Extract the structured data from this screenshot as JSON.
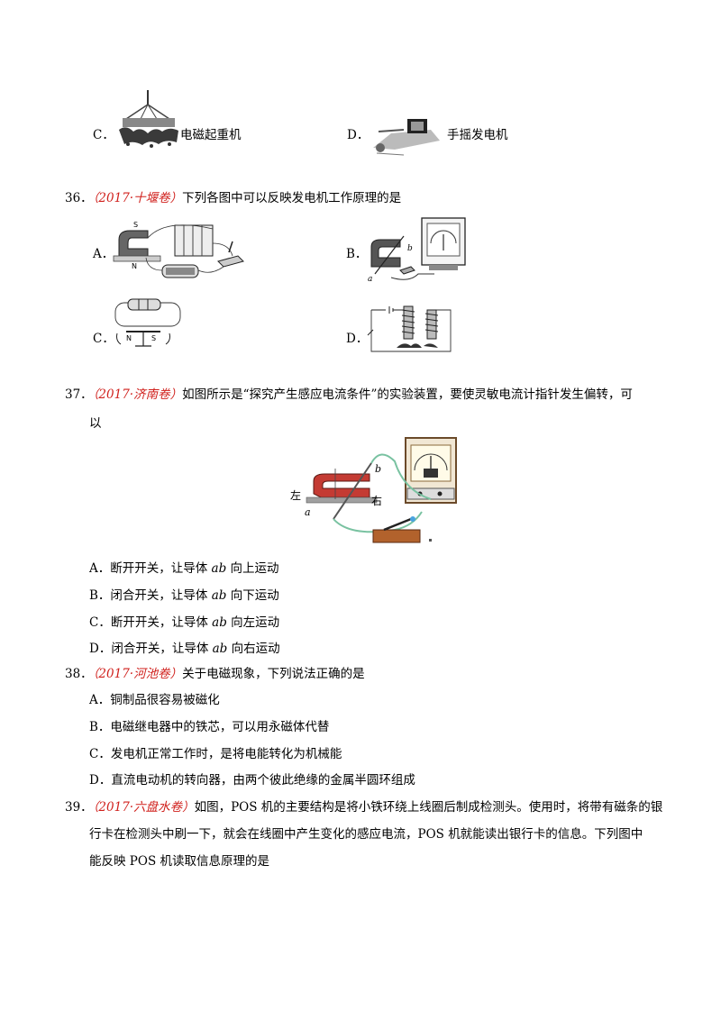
{
  "q35": {
    "optC": {
      "letter": "C．",
      "label": "电磁起重机"
    },
    "optD": {
      "letter": "D．",
      "label": "手摇发电机"
    }
  },
  "q36": {
    "num": "36．",
    "source": "（2017·十堰卷）",
    "stem": "下列各图中可以反映发电机工作原理的是",
    "options": [
      "A．",
      "B．",
      "C．",
      "D．"
    ],
    "fig_labels": {
      "s": "S",
      "n": "N"
    }
  },
  "q37": {
    "num": "37．",
    "source": "（2017·济南卷）",
    "stem_line1": "如图所示是“探究产生感应电流条件”的实验装置，要使灵敏电流计指针发生偏转，可",
    "stem_line2": "以",
    "fig_labels": {
      "left": "左",
      "right": "右",
      "a": "a",
      "b": "b"
    },
    "options": [
      {
        "letter": "A．",
        "pre": "断开开关，让导体",
        "var": "ab",
        "post": "向上运动"
      },
      {
        "letter": "B．",
        "pre": "闭合开关，让导体",
        "var": "ab",
        "post": "向下运动"
      },
      {
        "letter": "C．",
        "pre": "断开开关，让导体",
        "var": "ab",
        "post": "向左运动"
      },
      {
        "letter": "D．",
        "pre": "闭合开关，让导体",
        "var": "ab",
        "post": "向右运动"
      }
    ]
  },
  "q38": {
    "num": "38．",
    "source": "（2017·河池卷）",
    "stem": "关于电磁现象，下列说法正确的是",
    "options": [
      "A．铜制品很容易被磁化",
      "B．电磁继电器中的铁芯，可以用永磁体代替",
      "C．发电机正常工作时，是将电能转化为机械能",
      "D．直流电动机的转向器，由两个彼此绝缘的金属半圆环组成"
    ]
  },
  "q39": {
    "num": "39．",
    "source": "（2017·六盘水卷）",
    "line1": "如图，POS 机的主要结构是将小铁环绕上线圈后制成检测头。使用时，将带有磁条的银",
    "line2": "行卡在检测头中刷一下，就会在线圈中产生变化的感应电流，POS 机就能读出银行卡的信息。下列图中",
    "line3": "能反映 POS 机读取信息原理的是"
  }
}
